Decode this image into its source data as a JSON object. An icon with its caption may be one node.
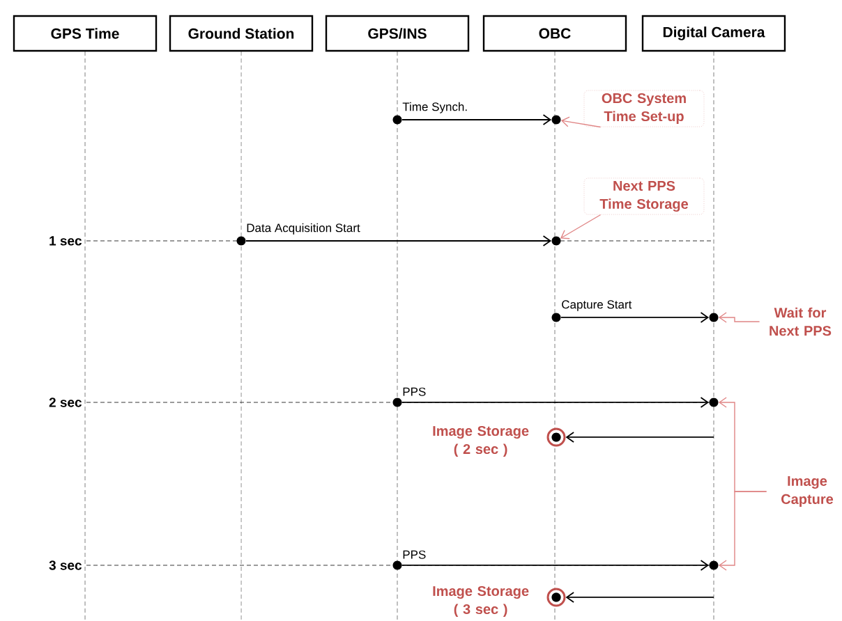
{
  "diagram": {
    "nodes": [
      {
        "text": [
          "GPS Time"
        ]
      },
      {
        "text": [
          "Ground Station"
        ]
      },
      {
        "text": [
          "GPS/INS"
        ]
      },
      {
        "text": [
          "OBC"
        ]
      },
      {
        "text": [
          "Digital Camera"
        ]
      },
      {
        "text": [],
        "shape": "circle"
      },
      {
        "text": [],
        "shape": "circle"
      },
      {
        "text": [
          "OBC System Time Set-up"
        ]
      },
      {
        "text": [
          "Next PPS Time Storage"
        ]
      },
      {
        "text": [],
        "shape": "circle"
      },
      {
        "text": [],
        "shape": "circle"
      },
      {
        "text": [],
        "shape": "circle"
      },
      {
        "text": [],
        "shape": "circle"
      },
      {
        "text": [
          "Wait for Next PPS"
        ]
      },
      {
        "text": [],
        "shape": "circle"
      },
      {
        "text": [],
        "shape": "circle"
      },
      {
        "text": [],
        "shape": "circle",
        "beside": [
          "Image Storage ( 2 sec )"
        ]
      },
      {
        "text": [
          "Image Capture"
        ]
      },
      {
        "text": [],
        "shape": "circle"
      },
      {
        "text": [],
        "shape": "circle"
      },
      {
        "text": [],
        "shape": "circle",
        "beside": [
          "Image Storage ( 3 sec )"
        ]
      }
    ],
    "edges": [
      {
        "from": 5,
        "to": 6,
        "arrow": "to",
        "label": "Time Synch."
      },
      {
        "from": 7,
        "to": 6,
        "arrow": "to",
        "color": "#e08585"
      },
      {
        "from": 9,
        "to": 10,
        "arrow": "to",
        "label": "Data Acquisition Start"
      },
      {
        "from": 8,
        "to": 10,
        "arrow": "to",
        "color": "#e08585"
      },
      {
        "from": 11,
        "to": 12,
        "arrow": "to",
        "label": "Capture Start"
      },
      {
        "from": 13,
        "to": 12,
        "arrow": "to",
        "color": "#e08585"
      },
      {
        "from": 14,
        "to": 15,
        "arrow": "to",
        "label": "PPS"
      },
      {
        "from": null,
        "to": 16,
        "arrow": "to"
      },
      {
        "from": 17,
        "to": 15,
        "arrow": "to",
        "color": "#e08585"
      },
      {
        "from": 17,
        "to": 19,
        "arrow": "to",
        "color": "#e08585"
      },
      {
        "from": 18,
        "to": 19,
        "arrow": "to",
        "label": "PPS"
      },
      {
        "from": null,
        "to": 20,
        "arrow": "to"
      }
    ],
    "labels": [
      "1 sec",
      "2 sec",
      "3 sec"
    ]
  }
}
